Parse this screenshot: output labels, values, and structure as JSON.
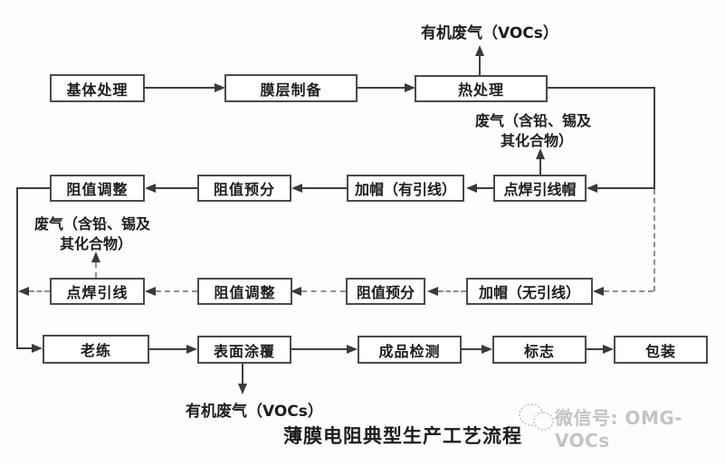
{
  "title": "薄膜电阻典型生产工艺流程",
  "watermark": {
    "label": "微信号: OMG-VOCs",
    "icon": "wechat-icon",
    "color": "#c3c3c3"
  },
  "colors": {
    "line": "#3f3f3f",
    "dashed_line": "#8f8f8f",
    "box_border": "#4a4a4a",
    "background": "#fefefe",
    "text": "#1c1c1c"
  },
  "emissions": {
    "top_vocs": "有机废气（VOCs）",
    "right_waste_line1": "废气（含铅、锡及",
    "right_waste_line2": "其化合物）",
    "left_waste_line1": "废气（含铅、锡及",
    "left_waste_line2": "其化合物）",
    "bottom_vocs": "有机废气（VOCs）"
  },
  "nodes": {
    "substrate_treatment": "基体处理",
    "film_preparation": "膜层制备",
    "heat_treatment": "热处理",
    "resistance_adjust_1": "阻值调整",
    "resistance_presort_1": "阻值预分",
    "capping_with_lead": "加帽（有引线）",
    "spot_weld_lead_cap": "点焊引线帽",
    "spot_weld_lead": "点焊引线",
    "resistance_adjust_2": "阻值调整",
    "resistance_presort_2": "阻值预分",
    "capping_without_lead": "加帽（无引线）",
    "aging": "老练",
    "surface_coating": "表面涂覆",
    "product_inspection": "成品检测",
    "marking": "标志",
    "packaging": "包装"
  },
  "flow_notes": {
    "row1": "基体处理 → 膜层制备 → 热处理 (热处理 emits 有机废气(VOCs))",
    "row2": "热处理 → 点焊引线帽 → 加帽（有引线） → 阻值预分 → 阻值调整 (点焊引线帽 emits 废气(含铅、锡及其化合物))",
    "row3": "热处理 → 加帽（无引线） → 阻值预分 → 阻值调整 → 点焊引线 (点焊引线 emits 废气(含铅、锡及其化合物))",
    "row4": "老练 → 表面涂覆 → 成品检测 → 标志 → 包装 (表面涂覆 emits 有机废气(VOCs))"
  }
}
